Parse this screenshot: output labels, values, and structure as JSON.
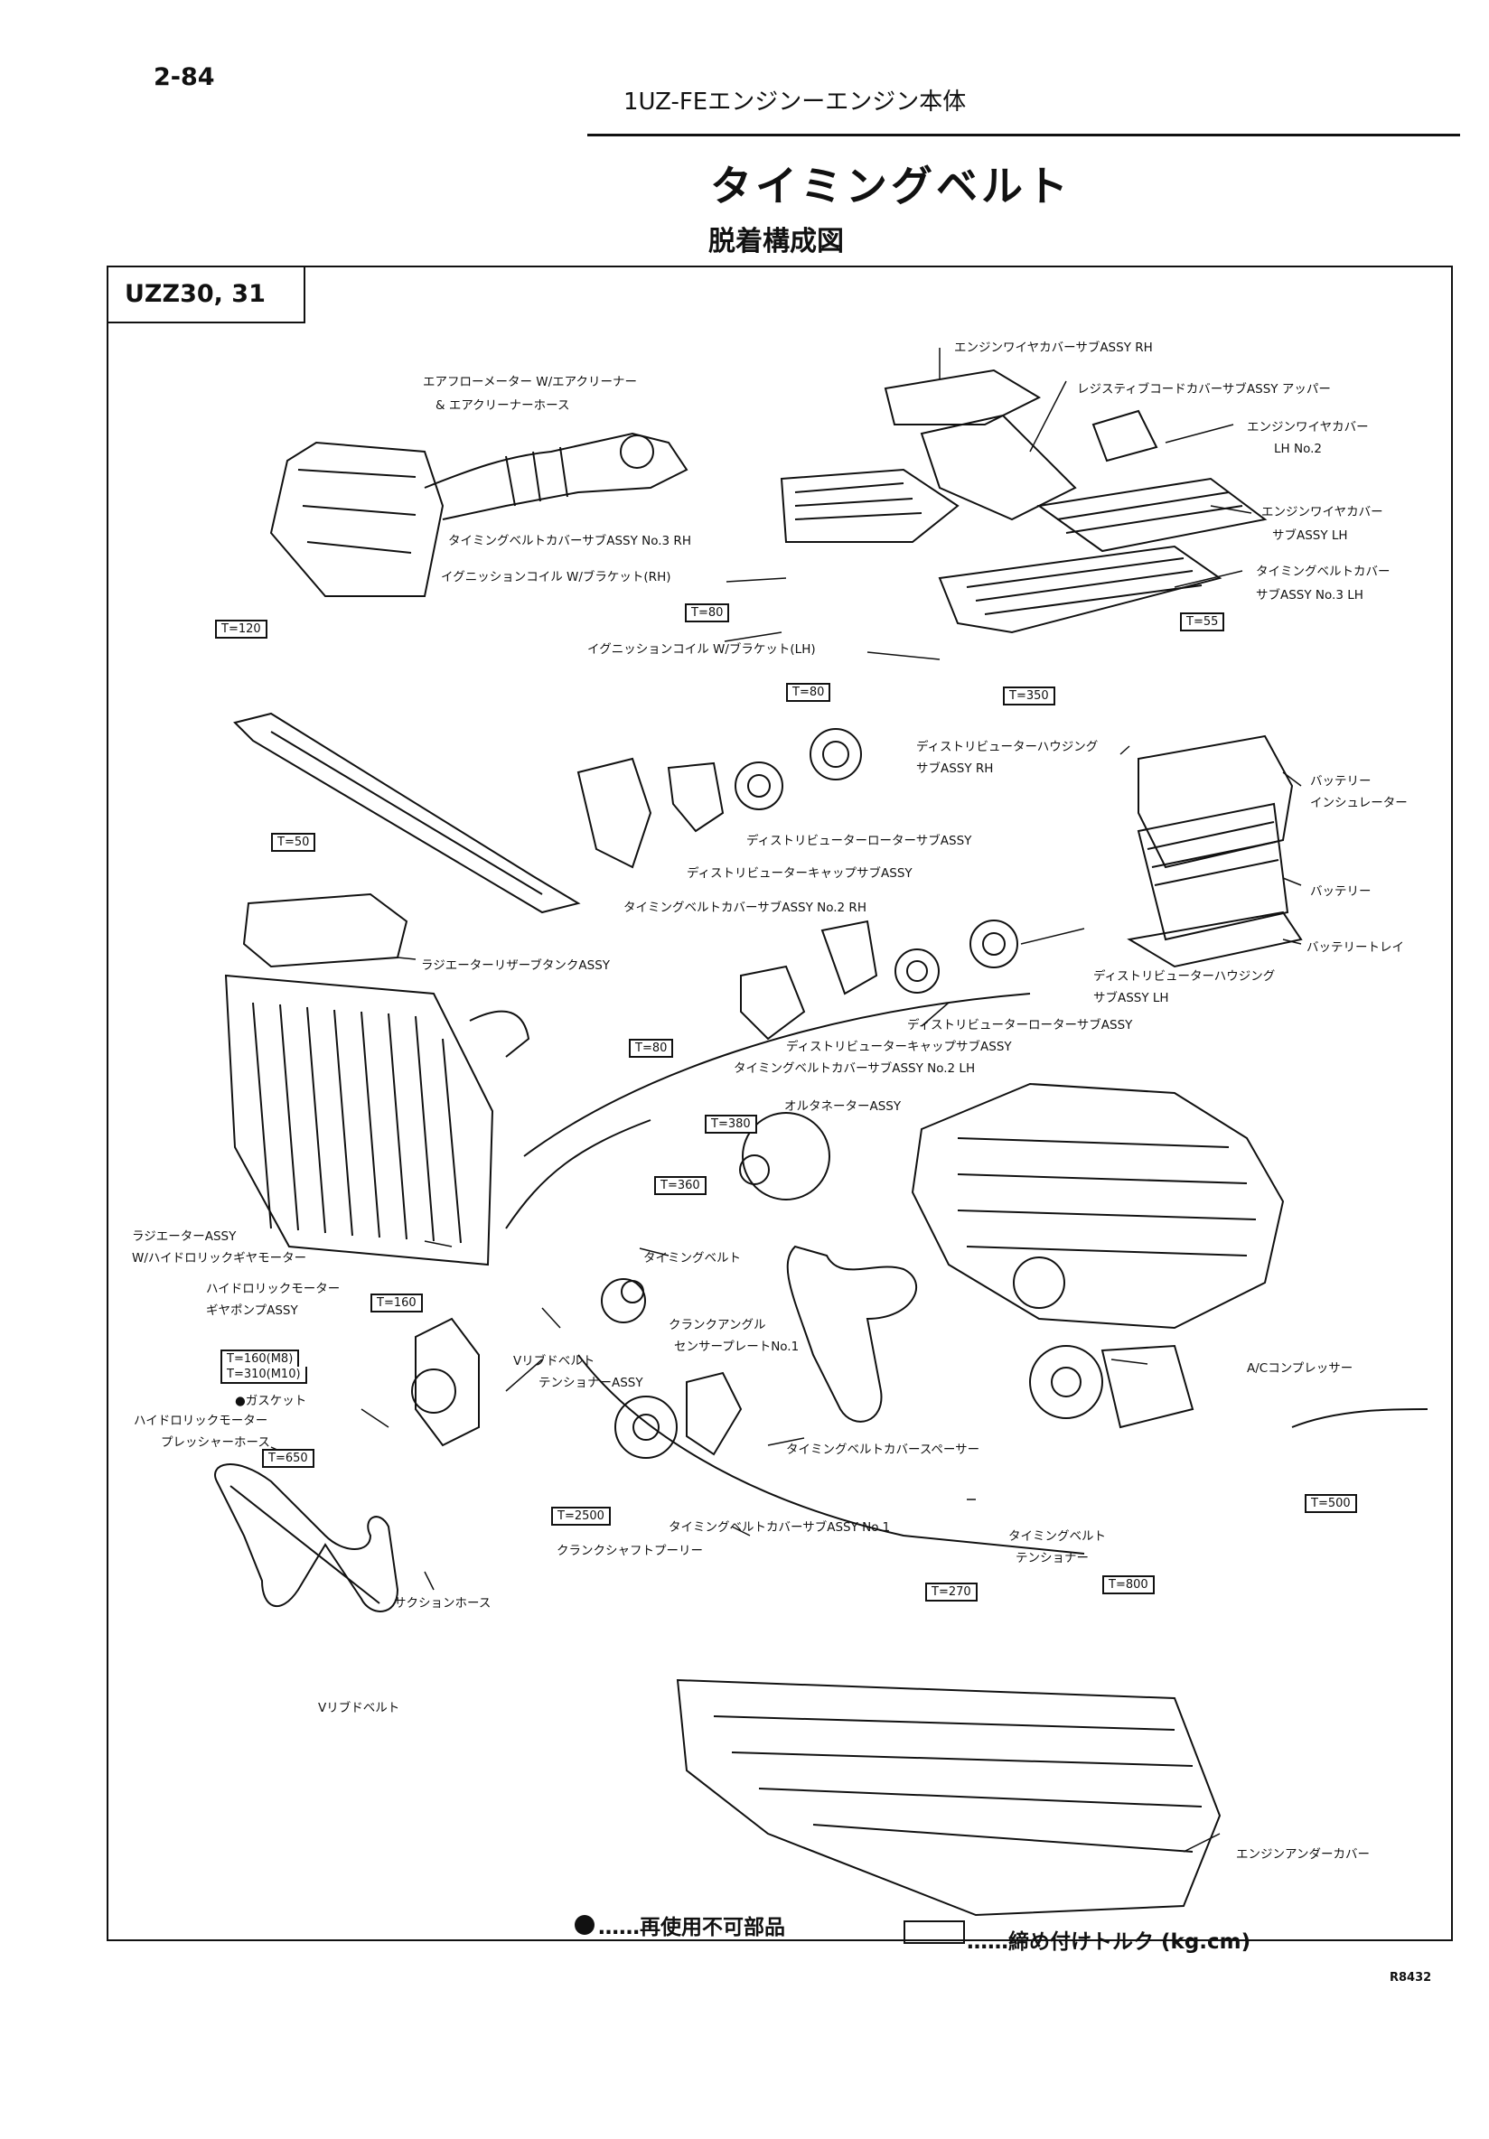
{
  "header": {
    "page_number": "2-84",
    "section": "1UZ-FEエンジンーエンジン本体",
    "title": "タイミングベルト",
    "subtitle": "脱着構成図",
    "model": "UZZ30, 31",
    "figure_code": "R8432"
  },
  "labels": [
    {
      "id": "engine-wire-cover-rh",
      "text": "エンジンワイヤカバーサブASSY  RH"
    },
    {
      "id": "resistive-cord-cover",
      "text": "レジスティブコードカバーサブASSY アッパー"
    },
    {
      "id": "air-flow-meter",
      "text": "エアフローメーター  W/エアクリーナー"
    },
    {
      "id": "air-cleaner-hose",
      "text": "& エアクリーナーホース"
    },
    {
      "id": "engine-wire-cover-lh2-a",
      "text": "エンジンワイヤカバー"
    },
    {
      "id": "engine-wire-cover-lh2-b",
      "text": "LH No.2"
    },
    {
      "id": "engine-wire-cover-lh-a",
      "text": "エンジンワイヤカバー"
    },
    {
      "id": "engine-wire-cover-lh-b",
      "text": "サブASSY  LH"
    },
    {
      "id": "timing-cover-no3-rh",
      "text": "タイミングベルトカバーサブASSY  No.3  RH"
    },
    {
      "id": "ignition-coil-rh",
      "text": "イグニッションコイル  W/ブラケット(RH)"
    },
    {
      "id": "timing-cover-no3-lh-a",
      "text": "タイミングベルトカバー"
    },
    {
      "id": "timing-cover-no3-lh-b",
      "text": "サブASSY  No.3  LH"
    },
    {
      "id": "ignition-coil-lh",
      "text": "イグニッションコイル  W/ブラケット(LH)"
    },
    {
      "id": "distributor-housing-rh-a",
      "text": "ディストリビューターハウジング"
    },
    {
      "id": "distributor-housing-rh-b",
      "text": "サブASSY  RH"
    },
    {
      "id": "battery-insulator-a",
      "text": "バッテリー"
    },
    {
      "id": "battery-insulator-b",
      "text": "インシュレーター"
    },
    {
      "id": "distributor-rotor-rh",
      "text": "ディストリビューターローターサブASSY"
    },
    {
      "id": "distributor-cap-rh",
      "text": "ディストリビューターキャップサブASSY"
    },
    {
      "id": "battery",
      "text": "バッテリー"
    },
    {
      "id": "timing-cover-no2-rh",
      "text": "タイミングベルトカバーサブASSY  No.2  RH"
    },
    {
      "id": "battery-tray",
      "text": "バッテリートレイ"
    },
    {
      "id": "radiator-reserve-tank",
      "text": "ラジエーターリザーブタンクASSY"
    },
    {
      "id": "distributor-housing-lh-a",
      "text": "ディストリビューターハウジング"
    },
    {
      "id": "distributor-housing-lh-b",
      "text": "サブASSY  LH"
    },
    {
      "id": "distributor-rotor-lh",
      "text": "ディストリビューターローターサブASSY"
    },
    {
      "id": "distributor-cap-lh",
      "text": "ディストリビューターキャップサブASSY"
    },
    {
      "id": "timing-cover-no2-lh",
      "text": "タイミングベルトカバーサブASSY  No.2  LH"
    },
    {
      "id": "alternator",
      "text": "オルタネーターASSY"
    },
    {
      "id": "radiator-a",
      "text": "ラジエーターASSY"
    },
    {
      "id": "radiator-b",
      "text": "W/ハイドロリックギヤモーター"
    },
    {
      "id": "timing-belt",
      "text": "タイミングベルト"
    },
    {
      "id": "hydraulic-pump-a",
      "text": "ハイドロリックモーター"
    },
    {
      "id": "hydraulic-pump-b",
      "text": "ギヤポンプASSY"
    },
    {
      "id": "crank-angle-plate-a",
      "text": "クランクアングル"
    },
    {
      "id": "crank-angle-plate-b",
      "text": "センサープレートNo.1"
    },
    {
      "id": "v-ribbed-tensioner-a",
      "text": "Vリブドベルト"
    },
    {
      "id": "v-ribbed-tensioner-b",
      "text": "テンショナーASSY"
    },
    {
      "id": "ac-compressor",
      "text": "A/Cコンプレッサー"
    },
    {
      "id": "gasket",
      "text": "●ガスケット"
    },
    {
      "id": "pressure-hose-a",
      "text": "ハイドロリックモーター"
    },
    {
      "id": "pressure-hose-b",
      "text": "プレッシャーホース"
    },
    {
      "id": "timing-cover-spacer",
      "text": "タイミングベルトカバースペーサー"
    },
    {
      "id": "timing-cover-no1",
      "text": "タイミングベルトカバーサブASSY  No.1"
    },
    {
      "id": "timing-tensioner-a",
      "text": "タイミングベルト"
    },
    {
      "id": "timing-tensioner-b",
      "text": "テンショナー"
    },
    {
      "id": "crankshaft-pulley",
      "text": "クランクシャフトプーリー"
    },
    {
      "id": "suction-hose",
      "text": "サクションホース"
    },
    {
      "id": "v-ribbed-belt",
      "text": "Vリブドベルト"
    },
    {
      "id": "engine-under-cover",
      "text": "エンジンアンダーカバー"
    }
  ],
  "torques": [
    {
      "id": "t120",
      "text": "T=120"
    },
    {
      "id": "t80-coil-rh",
      "text": "T=80"
    },
    {
      "id": "t55",
      "text": "T=55"
    },
    {
      "id": "t80-coil-lh",
      "text": "T=80"
    },
    {
      "id": "t350",
      "text": "T=350"
    },
    {
      "id": "t50",
      "text": "T=50"
    },
    {
      "id": "t80-cover",
      "text": "T=80"
    },
    {
      "id": "t380",
      "text": "T=380"
    },
    {
      "id": "t360",
      "text": "T=360"
    },
    {
      "id": "t160",
      "text": "T=160"
    },
    {
      "id": "t160m8",
      "text": "T=160(M8)"
    },
    {
      "id": "t310m10",
      "text": "T=310(M10)"
    },
    {
      "id": "t650",
      "text": "T=650"
    },
    {
      "id": "t2500",
      "text": "T=2500"
    },
    {
      "id": "t500",
      "text": "T=500"
    },
    {
      "id": "t270",
      "text": "T=270"
    },
    {
      "id": "t800",
      "text": "T=800"
    }
  ],
  "legend": {
    "non_reusable": "……再使用不可部品",
    "torque": "……締め付けトルク (kg.cm)"
  }
}
